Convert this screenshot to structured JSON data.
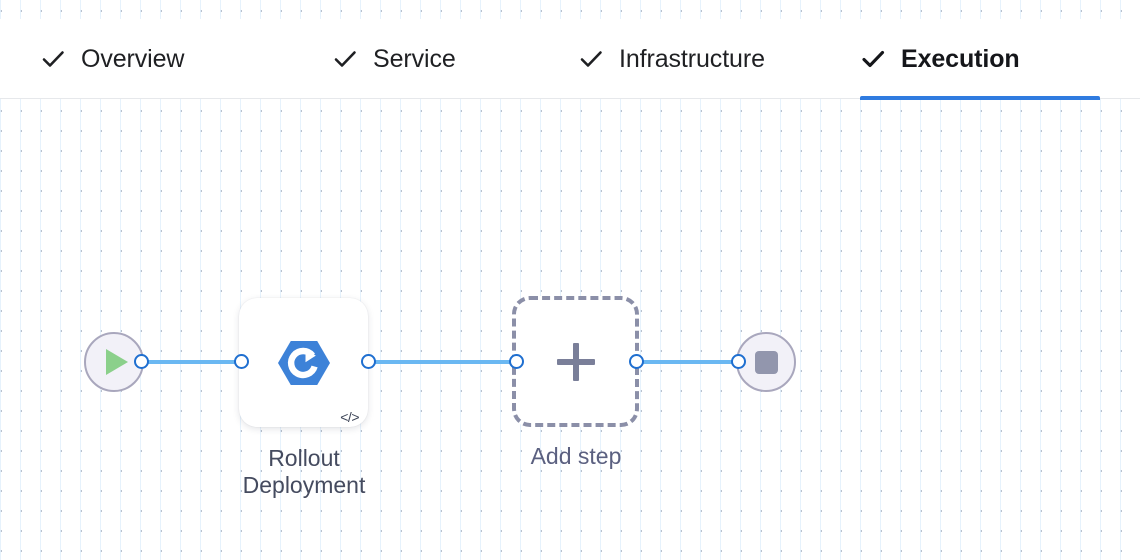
{
  "tabs": [
    {
      "label": "Overview",
      "icon": "check-icon",
      "complete": true,
      "active": false
    },
    {
      "label": "Service",
      "icon": "check-icon",
      "complete": true,
      "active": false
    },
    {
      "label": "Infrastructure",
      "icon": "check-icon",
      "complete": true,
      "active": false
    },
    {
      "label": "Execution",
      "icon": "check-icon",
      "complete": true,
      "active": true
    }
  ],
  "flow": {
    "start_node": {
      "icon": "play-icon",
      "name": "start"
    },
    "end_node": {
      "icon": "stop-icon",
      "name": "end"
    },
    "steps": [
      {
        "label": "Rollout\nDeployment",
        "icon": "rollout-deployment-icon",
        "badge": "</>",
        "badge_icon": "code-icon"
      }
    ],
    "add_step": {
      "label": "Add step",
      "icon": "plus-icon"
    }
  },
  "colors": {
    "accent": "#2f7be0",
    "edge": "#6bb8f2",
    "port_ring": "#1f6fd0",
    "node_icon": "#3d82d8",
    "terminal_fill": "#f2f1f8",
    "terminal_border": "#a9a7bd",
    "play": "#8bd08b",
    "stop": "#9296ad",
    "dashed_border": "#8b8fa8",
    "label": "#454b5f",
    "add_label": "#5b6080",
    "tab_text": "#1f2023"
  }
}
